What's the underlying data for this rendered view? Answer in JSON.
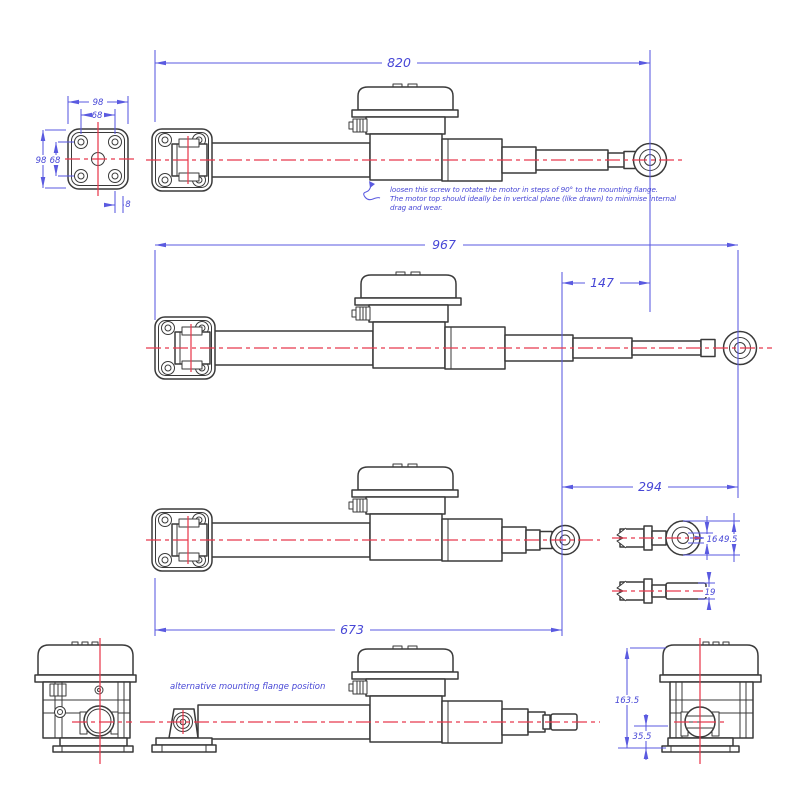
{
  "drawing": {
    "dims": {
      "d820": "820",
      "d967": "967",
      "d147": "147",
      "d294": "294",
      "d673": "673",
      "d98_top": "98",
      "d68_top": "68",
      "d98_left": "98",
      "d68_left": "68",
      "d8": "8",
      "d16": "16",
      "d49_5": "49.5",
      "d19": "19",
      "d163_5": "163.5",
      "d35_5": "35.5"
    },
    "notes": {
      "screw_line1": "loosen this screw to rotate the motor in steps of 90° to the mounting flange.",
      "screw_line2": "The motor top should ideally be in vertical plane (like drawn) to minimise internal",
      "screw_line3": "drag and wear.",
      "alt_flange": "alternative mounting flange position"
    },
    "colors": {
      "outline": "#3a3a3a",
      "centerline": "#e8394e",
      "dimension": "#5a5ae0",
      "dimension_text": "#4747d6"
    }
  }
}
